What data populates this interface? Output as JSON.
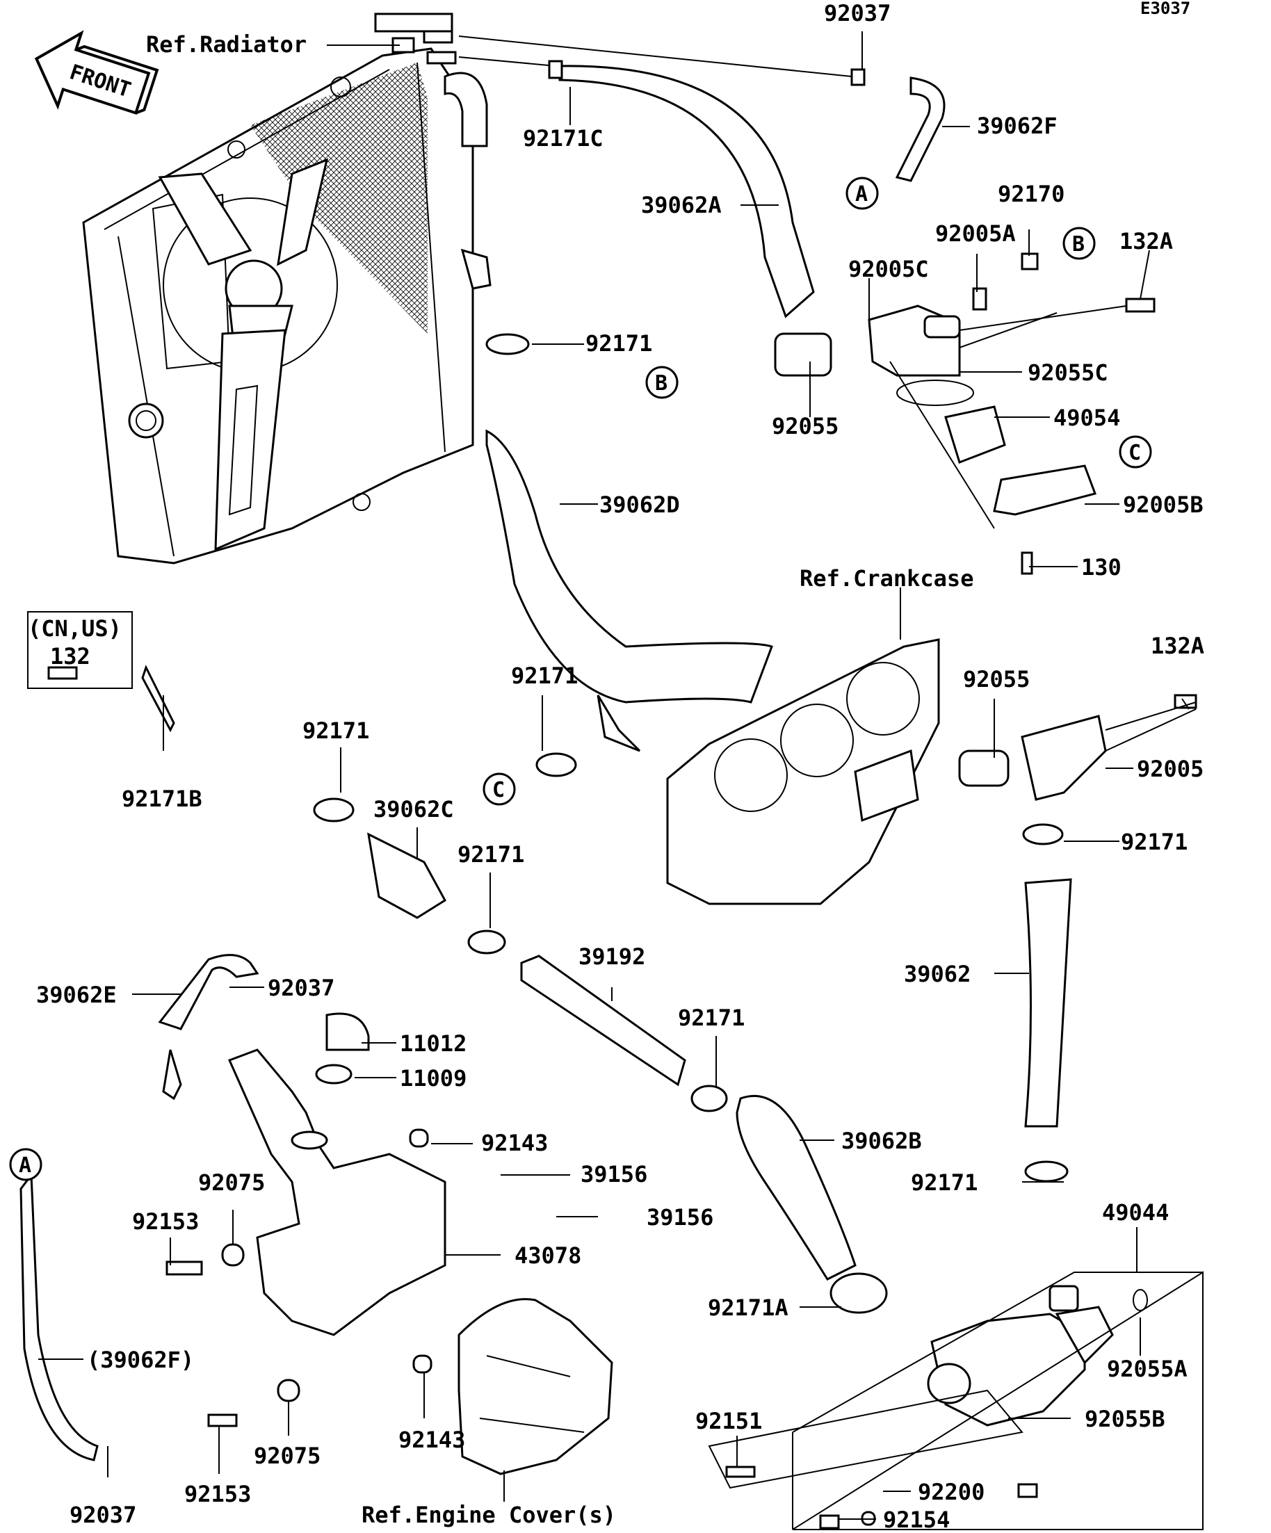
{
  "diagram_code": "E3037",
  "direction_arrow": "FRONT",
  "references": {
    "radiator": "Ref.Radiator",
    "crankcase": "Ref.Crankcase",
    "engine_cover": "Ref.Engine Cover(s)"
  },
  "region_note": "(CN,US)",
  "callouts": [
    "A",
    "B",
    "C"
  ],
  "parts": {
    "p92037_top": "92037",
    "p39062F": "39062F",
    "p92171C": "92171C",
    "p39062A": "39062A",
    "p92170": "92170",
    "p92005A": "92005A",
    "p132A_top": "132A",
    "p92005C": "92005C",
    "p92171_a": "92171",
    "p92055C": "92055C",
    "p92055_top": "92055",
    "p49054": "49054",
    "p92005B": "92005B",
    "p39062D": "39062D",
    "p130": "130",
    "p132": "132",
    "p92171B": "92171B",
    "p92171_b": "92171",
    "p92171_c": "92171",
    "p132A_mid": "132A",
    "p92055_mid": "92055",
    "p92005": "92005",
    "p39062C": "39062C",
    "p92171_d": "92171",
    "p92171_e": "92171",
    "p39192": "39192",
    "p39062": "39062",
    "p39062E": "39062E",
    "p92037_mid": "92037",
    "p92171_f": "92171",
    "p11012": "11012",
    "p11009": "11009",
    "p92143_top": "92143",
    "p39156_a": "39156",
    "p39062B": "39062B",
    "p39156_b": "39156",
    "p92171_g": "92171",
    "p49044": "49044",
    "p92075_top": "92075",
    "p92153_top": "92153",
    "p43078": "43078",
    "p92171A": "92171A",
    "p92055A": "92055A",
    "p39062F_paren": "(39062F)",
    "p92151": "92151",
    "p92055B": "92055B",
    "p92143_bot": "92143",
    "p92075_bot": "92075",
    "p92200": "92200",
    "p92037_bot": "92037",
    "p92153_bot": "92153",
    "p92154": "92154"
  }
}
